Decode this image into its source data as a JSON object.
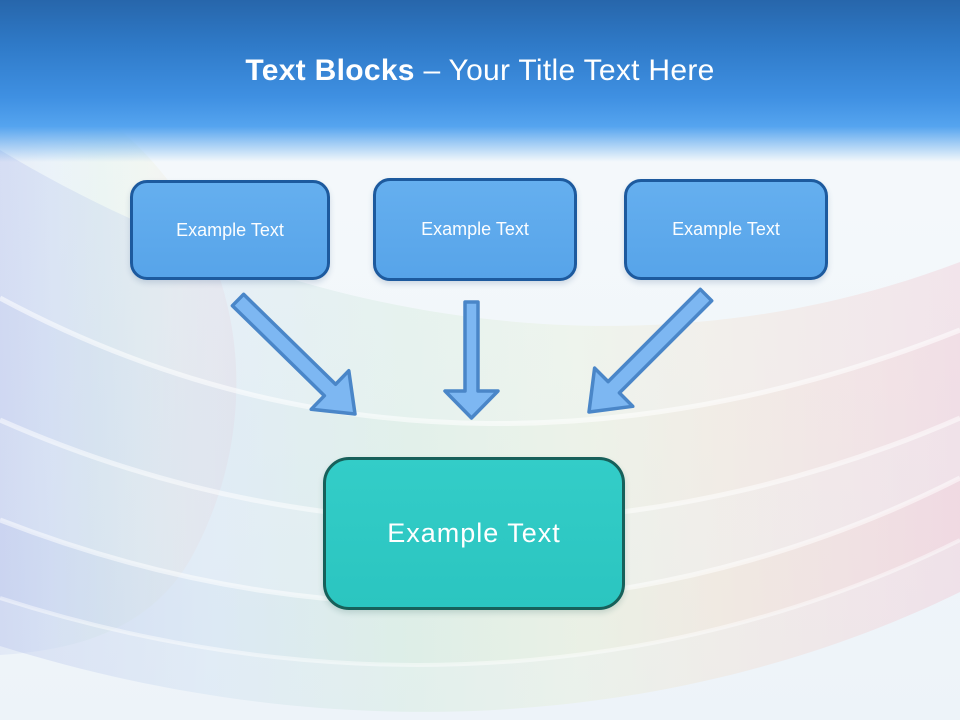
{
  "slide": {
    "title": {
      "bold": "Text Blocks",
      "rest": "– Your Title Text Here"
    },
    "boxes": [
      {
        "label": "Example Text"
      },
      {
        "label": "Example Text"
      },
      {
        "label": "Example Text"
      }
    ],
    "result_box": {
      "label": "Example Text"
    },
    "icons": [
      "arrow-down-right-icon",
      "arrow-down-icon",
      "arrow-down-left-icon"
    ],
    "colors": {
      "header_top": "#2766ab",
      "header_bottom": "#55a4ef",
      "box_fill": "#5ba8eb",
      "box_border": "#1d5a9e",
      "arrow_fill": "#7db7f2",
      "arrow_border": "#4a86c8",
      "result_fill": "#2ec9c4",
      "result_border": "#17605a",
      "swoosh_left": "#a9b6e8",
      "swoosh_green": "#c6e6cf",
      "swoosh_peach": "#f2dbc3",
      "swoosh_pink": "#efb3c2"
    }
  }
}
